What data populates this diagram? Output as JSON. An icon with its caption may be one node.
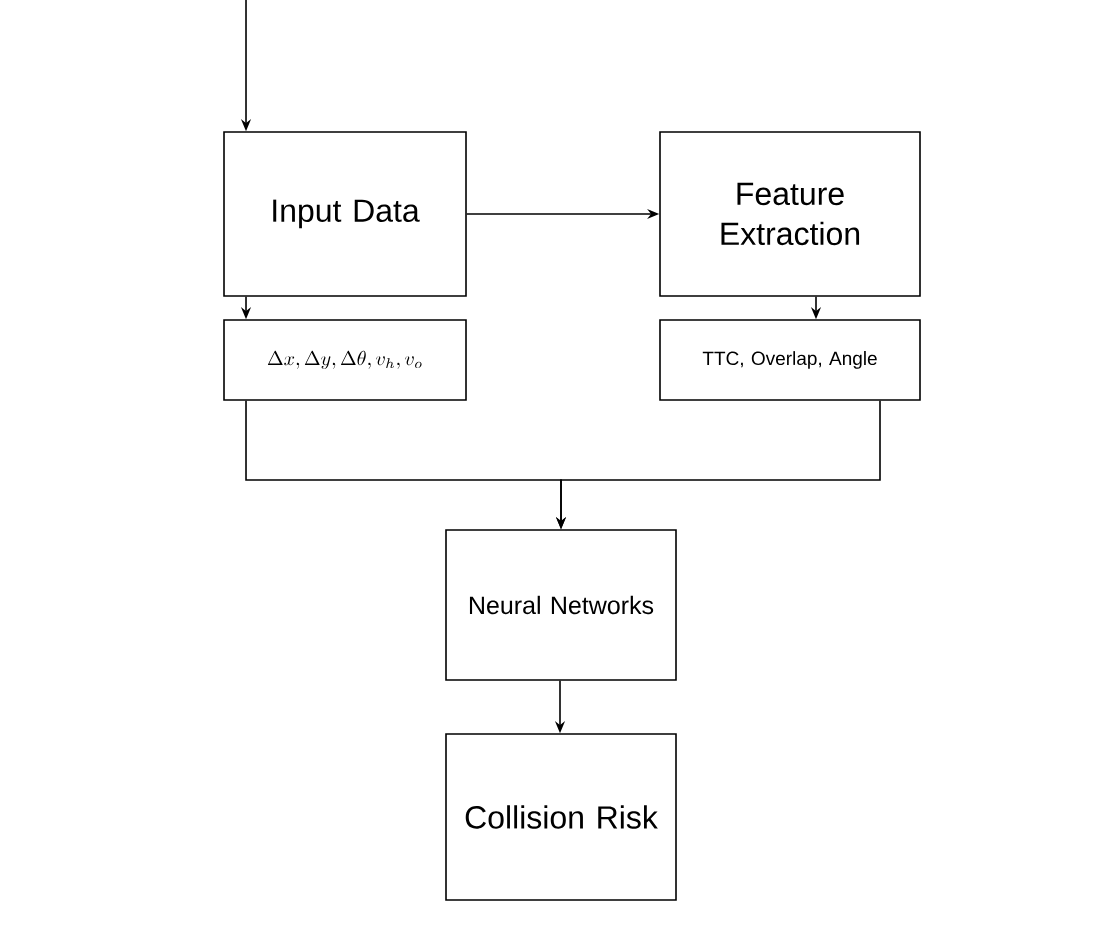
{
  "diagram": {
    "nodes": [
      {
        "text": [
          "Input Data"
        ]
      },
      {
        "text": [
          "Feature Extraction"
        ]
      },
      {
        "text": [
          "\\Delta x, \\Delta y, \\Delta \\theta, v_h, v_o"
        ]
      },
      {
        "text": [
          "TTC, Overlap, Angle"
        ]
      },
      {
        "text": [
          "Neural Networks"
        ]
      },
      {
        "text": [
          "Collision Risk"
        ]
      }
    ],
    "edges": [
      {
        "from": null,
        "to": 0,
        "arrow": "to"
      },
      {
        "from": 0,
        "to": 1,
        "arrow": "to"
      },
      {
        "from": 0,
        "to": 2,
        "arrow": "to"
      },
      {
        "from": 1,
        "to": 3,
        "arrow": "to"
      },
      {
        "from": 2,
        "to": 4,
        "arrow": "to"
      },
      {
        "from": 3,
        "to": 4,
        "arrow": "to"
      },
      {
        "from": 4,
        "to": 5,
        "arrow": "to"
      }
    ]
  }
}
